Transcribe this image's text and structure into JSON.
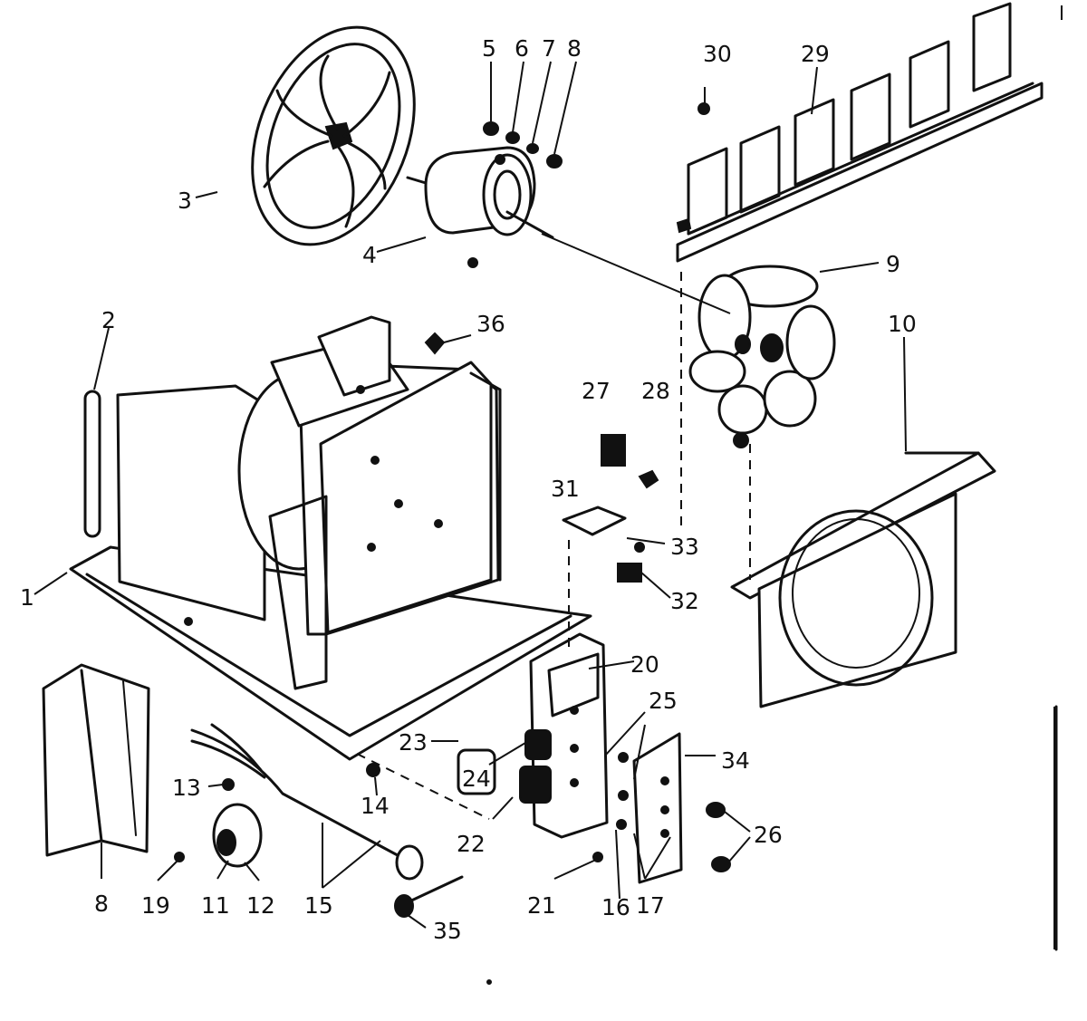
{
  "callouts": [
    {
      "id": "c1",
      "text": "1"
    },
    {
      "id": "c2",
      "text": "2"
    },
    {
      "id": "c3",
      "text": "3"
    },
    {
      "id": "c4",
      "text": "4"
    },
    {
      "id": "c5",
      "text": "5"
    },
    {
      "id": "c6",
      "text": "6"
    },
    {
      "id": "c7",
      "text": "7"
    },
    {
      "id": "c8",
      "text": "8"
    },
    {
      "id": "c9",
      "text": "9"
    },
    {
      "id": "c10",
      "text": "10"
    },
    {
      "id": "c11",
      "text": "11"
    },
    {
      "id": "c12",
      "text": "12"
    },
    {
      "id": "c13",
      "text": "13"
    },
    {
      "id": "c14",
      "text": "14"
    },
    {
      "id": "c15",
      "text": "15"
    },
    {
      "id": "c16",
      "text": "16"
    },
    {
      "id": "c17",
      "text": "17"
    },
    {
      "id": "c18",
      "text": "8"
    },
    {
      "id": "c19",
      "text": "19"
    },
    {
      "id": "c20",
      "text": "20"
    },
    {
      "id": "c21",
      "text": "21"
    },
    {
      "id": "c22",
      "text": "22"
    },
    {
      "id": "c23",
      "text": "23"
    },
    {
      "id": "c24",
      "text": "24"
    },
    {
      "id": "c25",
      "text": "25"
    },
    {
      "id": "c26",
      "text": "26"
    },
    {
      "id": "c27",
      "text": "27"
    },
    {
      "id": "c28",
      "text": "28"
    },
    {
      "id": "c29",
      "text": "29"
    },
    {
      "id": "c30",
      "text": "30"
    },
    {
      "id": "c31",
      "text": "31"
    },
    {
      "id": "c32",
      "text": "32"
    },
    {
      "id": "c33",
      "text": "33"
    },
    {
      "id": "c34",
      "text": "34"
    },
    {
      "id": "c35",
      "text": "35"
    },
    {
      "id": "c36",
      "text": "36"
    }
  ]
}
